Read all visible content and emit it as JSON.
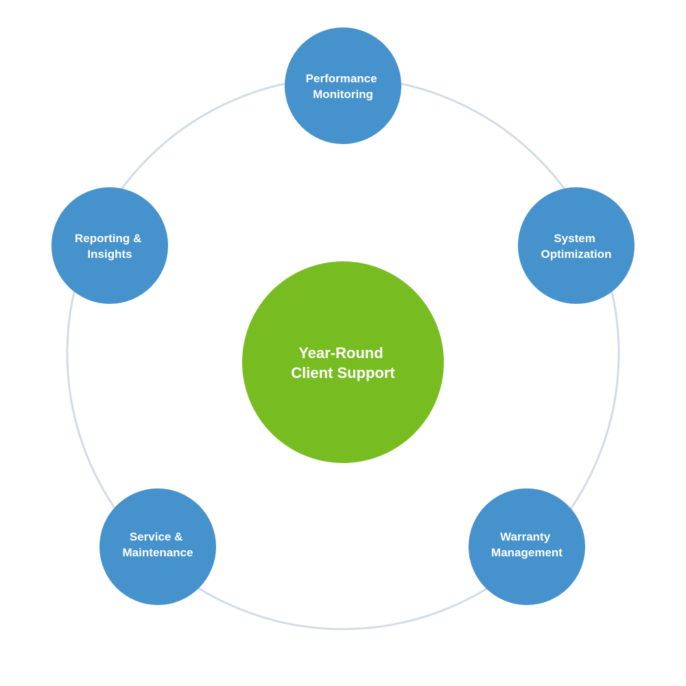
{
  "center": {
    "lines": [
      "Year-Round",
      "Client Support"
    ],
    "color": "#77bd22"
  },
  "nodes": [
    {
      "key": "performance-monitoring",
      "lines": [
        "Performance",
        "Monitoring"
      ]
    },
    {
      "key": "system-optimization",
      "lines": [
        "System",
        "Optimization"
      ]
    },
    {
      "key": "warranty-management",
      "lines": [
        "Warranty",
        "Management"
      ]
    },
    {
      "key": "service-maintenance",
      "lines": [
        "Service &",
        "Maintenance"
      ]
    },
    {
      "key": "reporting-insights",
      "lines": [
        "Reporting &",
        "Insights"
      ]
    }
  ],
  "colors": {
    "node": "#4592cc",
    "ring": "#d2dbe6",
    "text": "#ffffff",
    "background": "#ffffff"
  }
}
